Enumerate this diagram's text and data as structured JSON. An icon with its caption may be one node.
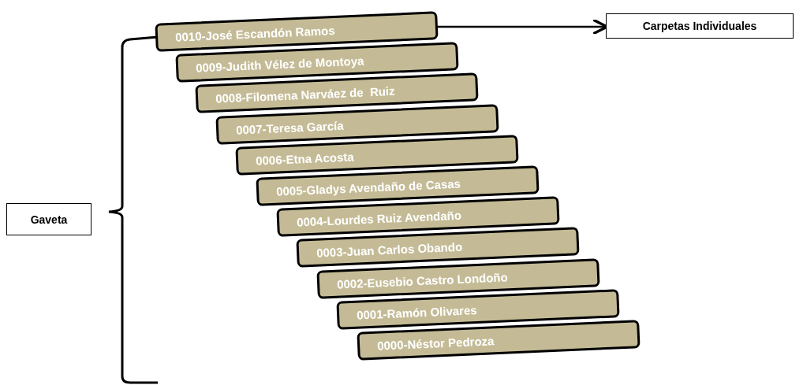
{
  "diagram": {
    "nodes": [
      {
        "text": [
          "Gaveta"
        ]
      },
      {
        "text": [
          "0010-José Escandón Ramos"
        ]
      },
      {
        "text": [
          "0009-Judith Vélez de Montoya"
        ]
      },
      {
        "text": [
          "0008-Filomena Narváez de  Ruiz"
        ]
      },
      {
        "text": [
          "0007-Teresa García"
        ]
      },
      {
        "text": [
          "0006-Etna Acosta"
        ]
      },
      {
        "text": [
          "0005-Gladys Avendaño de Casas"
        ]
      },
      {
        "text": [
          "0004-Lourdes Ruiz Avendaño"
        ]
      },
      {
        "text": [
          "0003-Juan Carlos Obando"
        ]
      },
      {
        "text": [
          "0002-Eusebio Castro Londoño"
        ]
      },
      {
        "text": [
          "0001-Ramón Olivares"
        ]
      },
      {
        "text": [
          "0000-Néstor Pedroza"
        ]
      },
      {
        "text": [
          "Carpetas Individuales"
        ]
      }
    ],
    "edges": [
      {
        "from": 1,
        "to": 12,
        "arrow": "to"
      }
    ]
  }
}
